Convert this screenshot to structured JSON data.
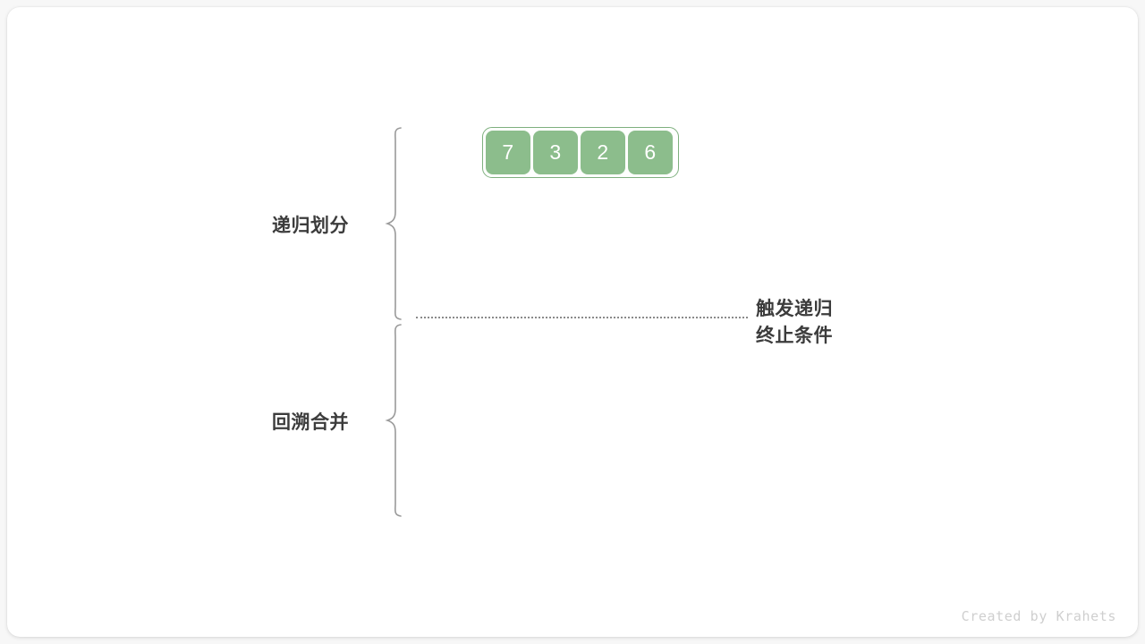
{
  "figure": {
    "title_watermark": "Created by Krahets",
    "background_color": "#ffffff",
    "card_color": "#ffffff"
  },
  "array": {
    "values": [
      "7",
      "3",
      "2",
      "6"
    ],
    "cell_color": "#8cbd8c",
    "cell_text_color": "#ffffff",
    "outline_color": "#7fb07f"
  },
  "sections": [
    {
      "id": "divide",
      "label": "递归划分"
    },
    {
      "id": "merge",
      "label": "回溯合并"
    }
  ],
  "annotation": {
    "line1": "触发递归",
    "line2": "终止条件",
    "divider_color": "#8a8a8a"
  },
  "colors": {
    "text": "#3c3c3c",
    "watermark": "#cfcfcf",
    "brace": "#9a9a9a"
  }
}
